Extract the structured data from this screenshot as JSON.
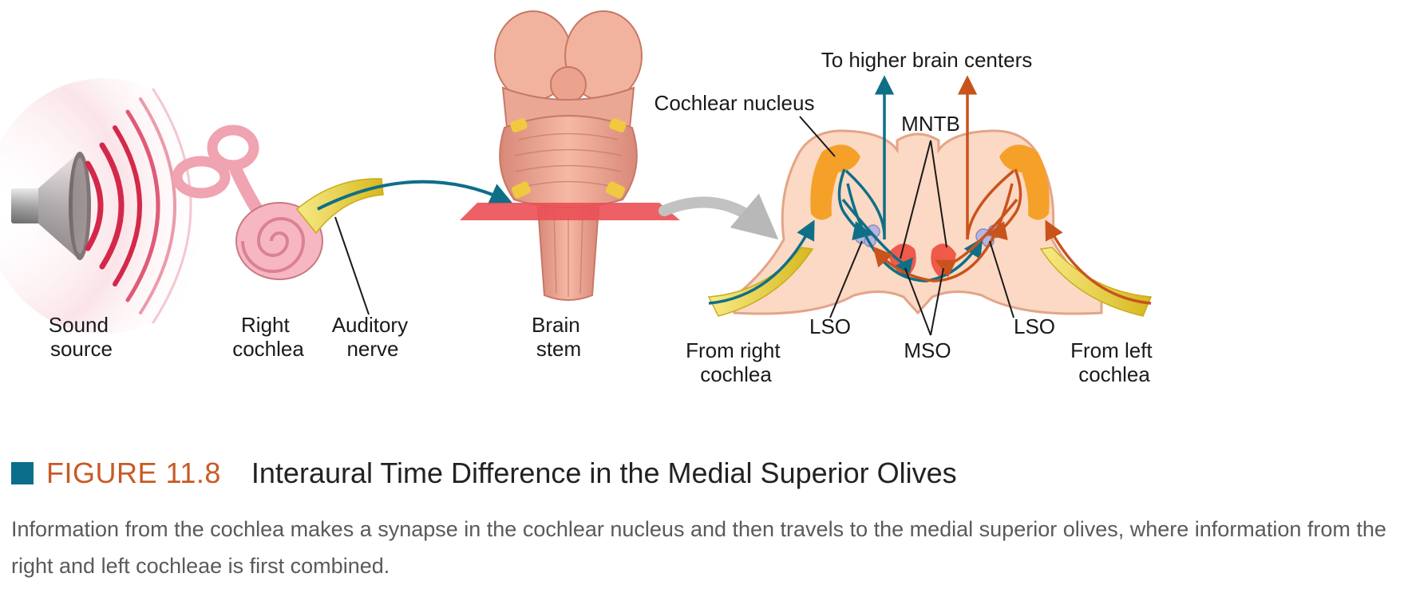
{
  "colors": {
    "teal": "#0e6f86",
    "orange": "#c9531c",
    "caption_square": "#0b6e8a",
    "figure_number": "#c85a26",
    "caption_text": "#5a5a5a",
    "nerve_yellow": "#e9d43a",
    "tissue_pink": "#f2c0a4",
    "nucleus_orange": "#f5a129",
    "mso_red": "#ef5a4a",
    "sound_red": "#d4284a"
  },
  "labels": {
    "sound_source": [
      "Sound",
      "source"
    ],
    "right_cochlea": [
      "Right",
      "cochlea"
    ],
    "auditory_nerve": [
      "Auditory",
      "nerve"
    ],
    "brain_stem": [
      "Brain",
      "stem"
    ],
    "to_higher": "To higher brain centers",
    "cochlear_nucleus": "Cochlear nucleus",
    "mntb": "MNTB",
    "lso_left": "LSO",
    "lso_right": "LSO",
    "mso": "MSO",
    "from_right": [
      "From right",
      "cochlea"
    ],
    "from_left": [
      "From left",
      "cochlea"
    ]
  },
  "caption": {
    "number": "FIGURE 11.8",
    "title": "Interaural Time Difference in the Medial Superior Olives",
    "text": "Information from the cochlea makes a synapse in the cochlear nucleus and then travels to the medial superior olives, where information from the right and left cochleae is first combined."
  }
}
